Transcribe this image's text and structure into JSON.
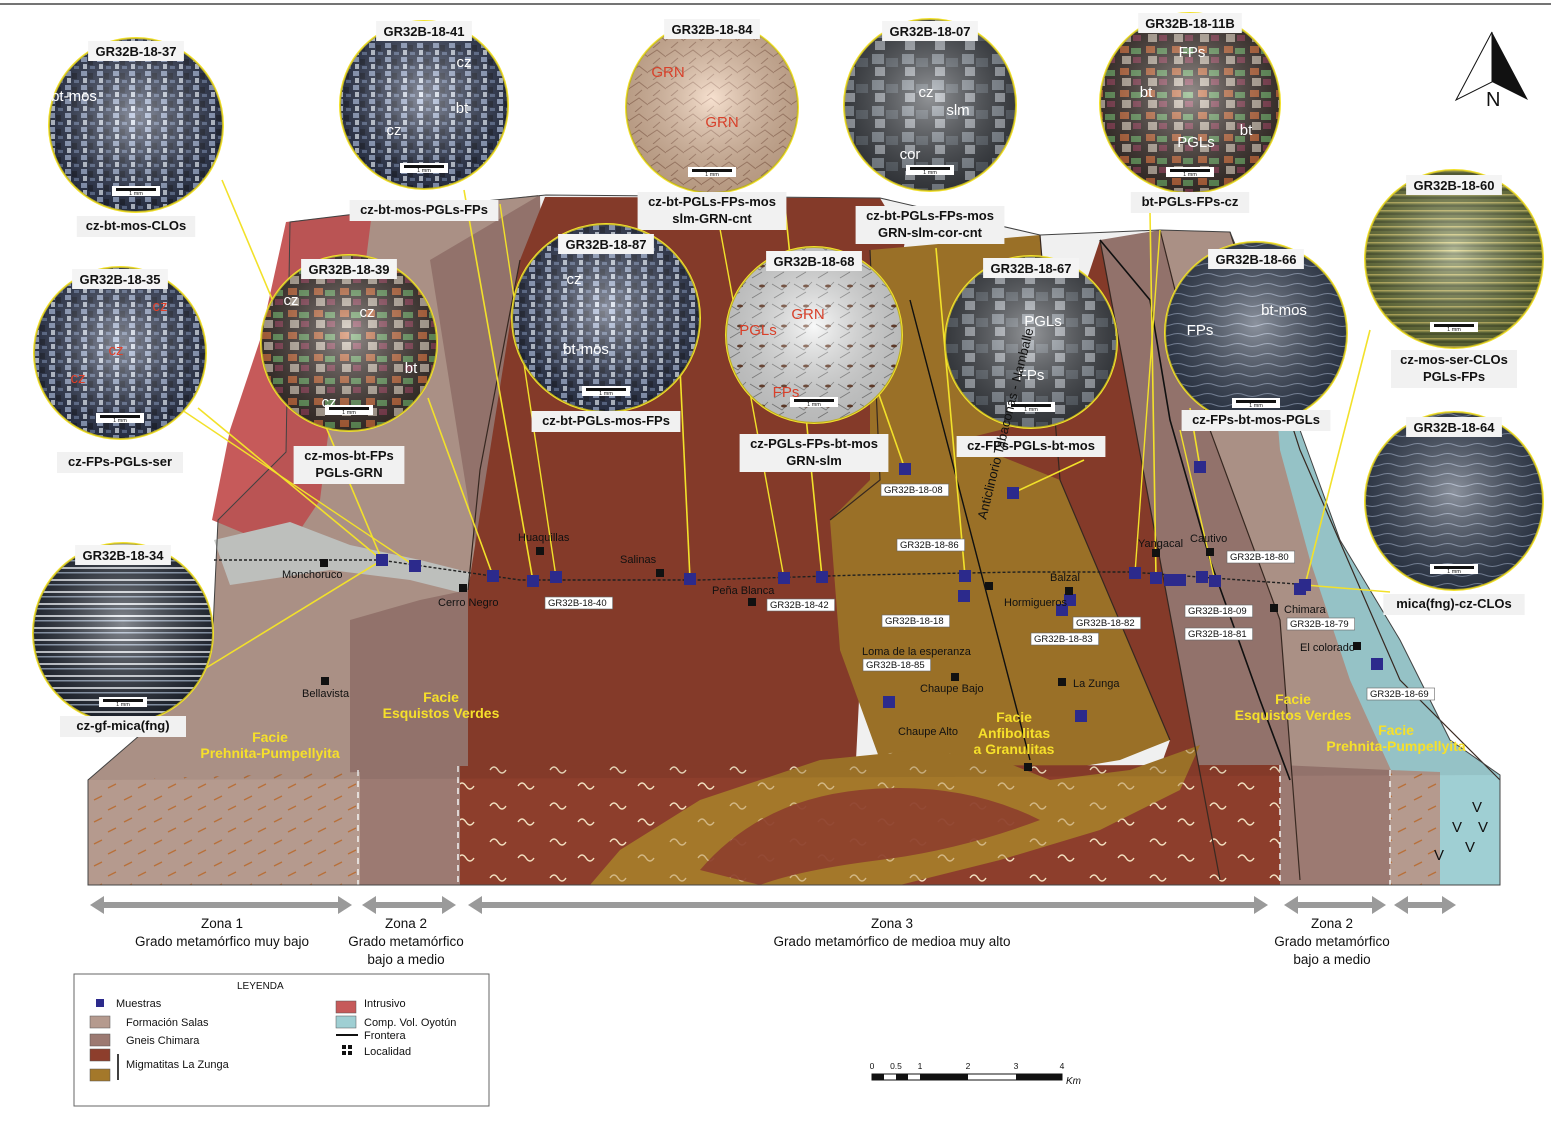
{
  "north_arrow": {
    "label": "N"
  },
  "photomicrographs": [
    {
      "id": "GR32B-18-37",
      "caption": [
        "cz-bt-mos-CLOs"
      ],
      "labels": [
        {
          "t": "bt-mos",
          "c": "#ffffff"
        }
      ]
    },
    {
      "id": "GR32B-18-41",
      "caption": [
        "cz-bt-mos-PGLs-FPs"
      ],
      "labels": [
        {
          "t": "cz",
          "c": "#ffffff"
        },
        {
          "t": "bt",
          "c": "#ffffff"
        },
        {
          "t": "cz",
          "c": "#ffffff"
        }
      ]
    },
    {
      "id": "GR32B-18-84",
      "caption": [
        "cz-bt-PGLs-FPs-mos",
        "slm-GRN-cnt"
      ],
      "labels": [
        {
          "t": "GRN",
          "c": "#d8402a"
        },
        {
          "t": "GRN",
          "c": "#d8402a"
        }
      ]
    },
    {
      "id": "GR32B-18-07",
      "caption": [
        "cz-bt-PGLs-FPs-mos",
        "GRN-slm-cor-cnt"
      ],
      "labels": [
        {
          "t": "cz",
          "c": "#ffffff"
        },
        {
          "t": "slm",
          "c": "#ffffff"
        },
        {
          "t": "cor",
          "c": "#ffffff"
        }
      ]
    },
    {
      "id": "GR32B-18-11B",
      "caption": [
        "bt-PGLs-FPs-cz"
      ],
      "labels": [
        {
          "t": "FPs",
          "c": "#ffffff"
        },
        {
          "t": "bt",
          "c": "#ffffff"
        },
        {
          "t": "PGLs",
          "c": "#ffffff"
        },
        {
          "t": "bt",
          "c": "#ffffff"
        }
      ]
    },
    {
      "id": "GR32B-18-60",
      "caption": [
        "cz-mos-ser-CLOs",
        "PGLs-FPs"
      ],
      "labels": []
    },
    {
      "id": "GR32B-18-35",
      "caption": [
        "cz-FPs-PGLs-ser"
      ],
      "labels": [
        {
          "t": "cz",
          "c": "#e0402a"
        },
        {
          "t": "cz",
          "c": "#e0402a"
        },
        {
          "t": "cz",
          "c": "#e0402a"
        }
      ]
    },
    {
      "id": "GR32B-18-39",
      "caption": [
        "cz-mos-bt-FPs",
        "PGLs-GRN"
      ],
      "labels": [
        {
          "t": "cz",
          "c": "#ffffff"
        },
        {
          "t": "cz",
          "c": "#ffffff"
        },
        {
          "t": "bt",
          "c": "#ffffff"
        },
        {
          "t": "cz",
          "c": "#ffffff"
        }
      ]
    },
    {
      "id": "GR32B-18-87",
      "caption": [
        "cz-bt-PGLs-mos-FPs"
      ],
      "labels": [
        {
          "t": "cz",
          "c": "#ffffff"
        },
        {
          "t": "bt-mos",
          "c": "#ffffff"
        }
      ]
    },
    {
      "id": "GR32B-18-68",
      "caption": [
        "cz-PGLs-FPs-bt-mos",
        "GRN-slm"
      ],
      "labels": [
        {
          "t": "GRN",
          "c": "#d8402a"
        },
        {
          "t": "PGLs",
          "c": "#d8402a"
        },
        {
          "t": "FPs",
          "c": "#d8402a"
        }
      ]
    },
    {
      "id": "GR32B-18-67",
      "caption": [
        "cz-FPs-PGLs-bt-mos"
      ],
      "labels": [
        {
          "t": "PGLs",
          "c": "#ffffff"
        },
        {
          "t": "FPs",
          "c": "#ffffff"
        }
      ]
    },
    {
      "id": "GR32B-18-66",
      "caption": [
        "cz-FPs-bt-mos-PGLs"
      ],
      "labels": [
        {
          "t": "FPs",
          "c": "#ffffff"
        },
        {
          "t": "bt-mos",
          "c": "#ffffff"
        }
      ]
    },
    {
      "id": "GR32B-18-64",
      "caption": [
        "mica(fng)-cz-CLOs"
      ],
      "labels": []
    },
    {
      "id": "GR32B-18-34",
      "caption": [
        "cz-gf-mica(fng)"
      ],
      "labels": []
    }
  ],
  "scalebar_label": "1 mm",
  "sample_labels": [
    "GR32B-18-08",
    "GR32B-18-86",
    "GR32B-18-40",
    "GR32B-18-42",
    "GR32B-18-18",
    "GR32B-18-85",
    "GR32B-18-82",
    "GR32B-18-83",
    "GR32B-18-80",
    "GR32B-18-09",
    "GR32B-18-81",
    "GR32B-18-79",
    "GR32B-18-69"
  ],
  "localities": [
    "Monchoruco",
    "Cerro Negro",
    "Huaquillas",
    "Salinas",
    "Peña Blanca",
    "Bellavista",
    "Hormigueros",
    "Balzal",
    "Loma de la esperanza",
    "Chaupe Bajo",
    "Chaupe Alto",
    "La Zunga",
    "Yangacal",
    "Cautivo",
    "Chimara",
    "El colorado"
  ],
  "structure_label": "Anticlinorio Tabaconas - Namballe",
  "facies": [
    {
      "lines": [
        "Facie",
        "Prehnita-Pumpellyita"
      ]
    },
    {
      "lines": [
        "Facie",
        "Esquistos Verdes"
      ]
    },
    {
      "lines": [
        "Facie",
        "Anfibolitas",
        "a Granulitas"
      ]
    },
    {
      "lines": [
        "Facie",
        "Esquistos Verdes"
      ]
    },
    {
      "lines": [
        "Facie",
        "Prehnita-Pumpellyita"
      ]
    }
  ],
  "zones": [
    {
      "lines": [
        "Zona 1",
        "Grado metamórfico muy bajo"
      ]
    },
    {
      "lines": [
        "Zona 2",
        "Grado metamórfico",
        "bajo a medio"
      ]
    },
    {
      "lines": [
        "Zona 3",
        "Grado metamórfico de medioa muy alto"
      ]
    },
    {
      "lines": [
        "Zona 2",
        "Grado metamórfico",
        "bajo a medio"
      ]
    }
  ],
  "legend": {
    "title": "LEYENDA",
    "items": [
      {
        "label": "Muestras",
        "color": "#2c2a8c"
      },
      {
        "label": "Formación Salas",
        "color": "#b59a8e"
      },
      {
        "label": "Gneis Chimara",
        "color": "#9c7a72"
      },
      {
        "label": "Migmatitas La Zunga",
        "color": "#8d3e2c"
      },
      {
        "label": "",
        "color": "#a4782a"
      },
      {
        "label": "Intrusivo",
        "color": "#c65a5a"
      },
      {
        "label": "Comp. Vol. Oyotún",
        "color": "#9fcfd3"
      },
      {
        "label": "Frontera",
        "color": "#111111"
      },
      {
        "label": "Localidad",
        "color": "#111111"
      }
    ]
  },
  "km_scale": {
    "ticks": [
      "0",
      "0.5",
      "1",
      "2",
      "3",
      "4"
    ],
    "unit": "Km"
  },
  "colors": {
    "salas": "#b59a8e",
    "chimara": "#9c7a72",
    "migmatite": "#8d3e2c",
    "granulite": "#a4782a",
    "intrusive": "#c65a5a",
    "oyotun": "#9fcfd3",
    "sample": "#2c2a8c",
    "connector": "#f2e12a",
    "facie_text": "#f6e02a"
  }
}
